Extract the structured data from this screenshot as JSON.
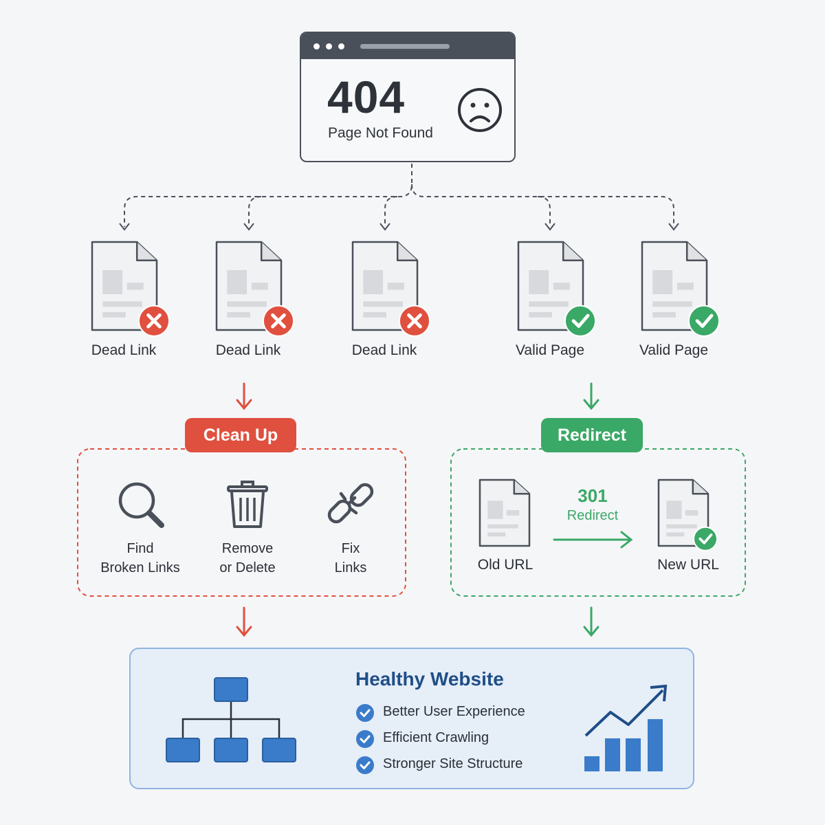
{
  "browser": {
    "code": "404",
    "message": "Page Not Found"
  },
  "documents": [
    {
      "label": "Dead Link",
      "status": "error"
    },
    {
      "label": "Dead Link",
      "status": "error"
    },
    {
      "label": "Dead Link",
      "status": "error"
    },
    {
      "label": "Valid Page",
      "status": "ok"
    },
    {
      "label": "Valid Page",
      "status": "ok"
    }
  ],
  "cleanup": {
    "title": "Clean Up",
    "tools": [
      {
        "line1": "Find",
        "line2": "Broken Links",
        "icon": "magnifier-icon"
      },
      {
        "line1": "Remove",
        "line2": "or Delete",
        "icon": "trash-icon"
      },
      {
        "line1": "Fix",
        "line2": "Links",
        "icon": "broken-chain-icon"
      }
    ]
  },
  "redirect": {
    "title": "Redirect",
    "old_label": "Old URL",
    "new_label": "New URL",
    "code": "301",
    "code_label": "Redirect"
  },
  "healthy": {
    "title": "Healthy Website",
    "benefits": [
      "Better User Experience",
      "Efficient Crawling",
      "Stronger Site Structure"
    ]
  },
  "colors": {
    "red": "#e0503f",
    "green": "#3aa866",
    "blue": "#3a7cc9",
    "navy": "#1f4e87",
    "dark": "#4a5059"
  }
}
